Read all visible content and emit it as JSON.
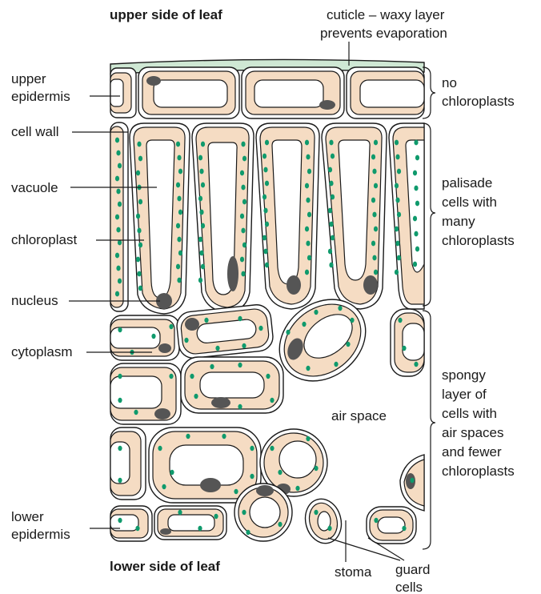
{
  "colors": {
    "cytoplasm": "#f5dcc3",
    "chloroplast": "#0f9a6c",
    "nucleus": "#555555",
    "cuticle": "#cfe8d4",
    "outline": "#1a1a1a"
  },
  "headers": {
    "top": "upper side of leaf",
    "bottom": "lower side of leaf"
  },
  "labels": {
    "cuticle": [
      "cuticle – waxy layer",
      "prevents evaporation"
    ],
    "upper_epidermis": [
      "upper",
      "epidermis"
    ],
    "cell_wall": "cell wall",
    "vacuole": "vacuole",
    "chloroplast": "chloroplast",
    "nucleus": "nucleus",
    "cytoplasm": "cytoplasm",
    "lower_epidermis": [
      "lower",
      "epidermis"
    ],
    "air_space": "air space",
    "stoma": "stoma",
    "guard_cells": [
      "guard",
      "cells"
    ],
    "no_chloroplasts": [
      "no",
      "chloroplasts"
    ],
    "palisade": [
      "palisade",
      "cells with",
      "many",
      "chloroplasts"
    ],
    "spongy": [
      "spongy",
      "layer of",
      "cells with",
      "air spaces",
      "and fewer",
      "chloroplasts"
    ]
  }
}
